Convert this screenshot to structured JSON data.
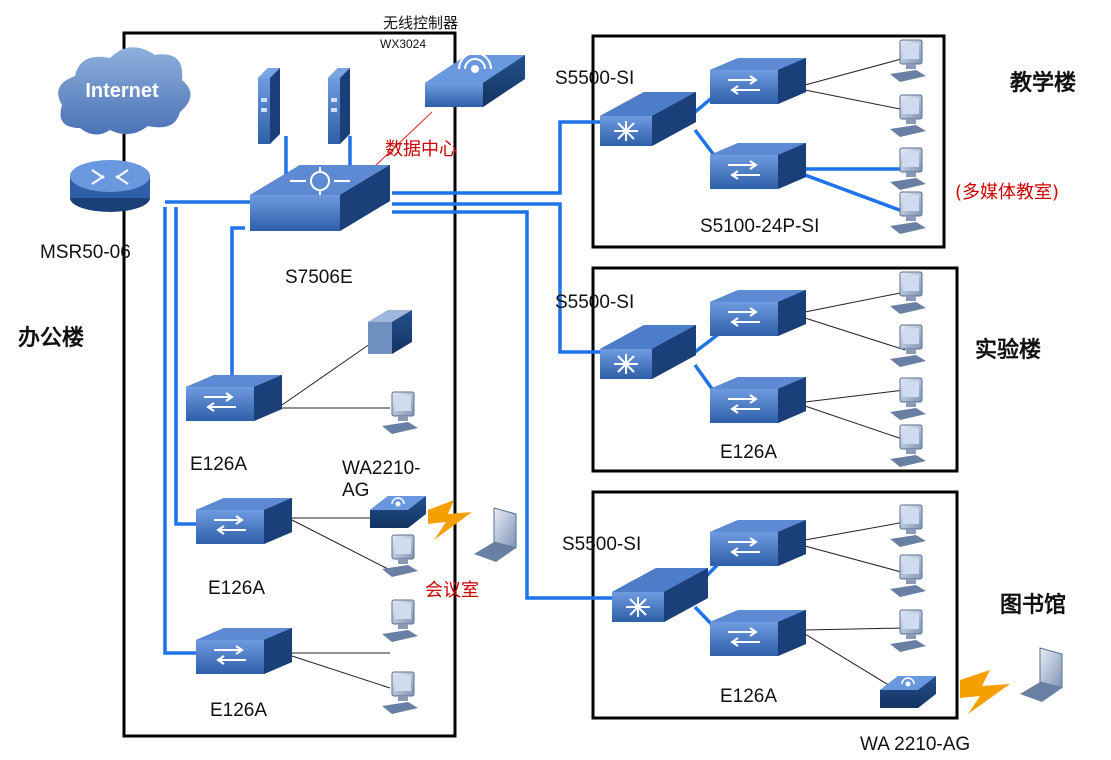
{
  "labels": {
    "wireless_controller_cn": "无线控制器",
    "wireless_controller_model": "WX3024",
    "internet": "Internet",
    "data_center": "数据中心",
    "router": "MSR50-06",
    "core_switch": "S7506E",
    "office_building": "办公楼",
    "teaching_building": "教学楼",
    "multimedia_classroom": "(多媒体教室)",
    "lab_building": "实验楼",
    "library": "图书馆",
    "conference_room": "会议室",
    "office_ap_line1": "WA2210-",
    "office_ap_line2": "AG",
    "library_ap": "WA 2210-AG",
    "teach_dist_switch": "S5500-SI",
    "teach_access_switch": "S5100-24P-SI",
    "lab_dist_switch": "S5500-SI",
    "lab_access_switch": "E126A",
    "lib_dist_switch": "S5500-SI",
    "lib_access_switch": "E126A",
    "office_access_1": "E126A",
    "office_access_2": "E126A",
    "office_access_3": "E126A"
  },
  "colors": {
    "link_blue": "#1e73e8",
    "device_blue": "#2e5fa8",
    "device_dark": "#1c3d74",
    "red_text": "#c00000",
    "wireless_orange": "#f5a000"
  },
  "icons": [
    "cloud-icon",
    "router-icon",
    "server-icon",
    "core-switch-icon",
    "l3-switch-icon",
    "l2-switch-icon",
    "access-point-icon",
    "pc-icon",
    "laptop-icon",
    "printer-icon",
    "lightning-icon"
  ]
}
